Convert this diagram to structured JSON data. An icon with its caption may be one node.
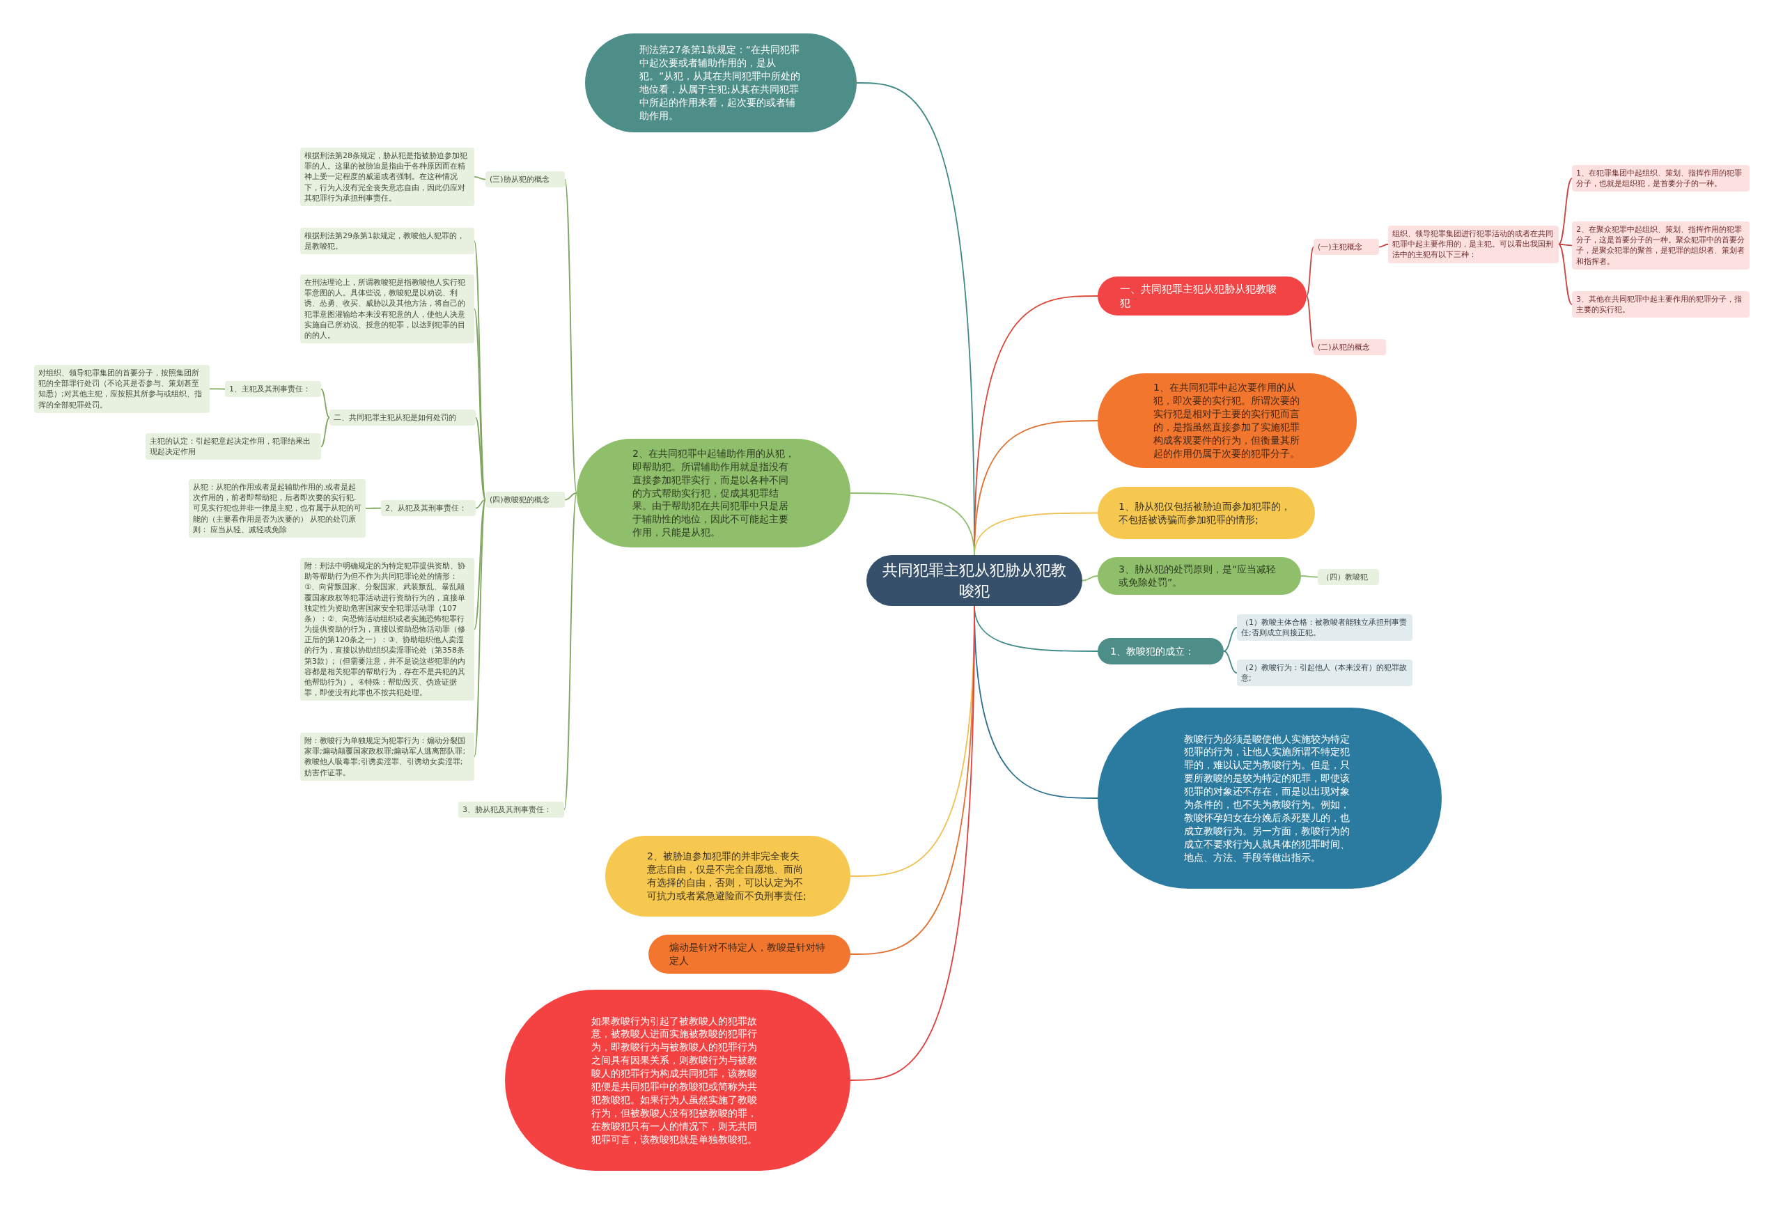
{
  "diagram": {
    "nodes": [
      {
        "text": [
          "共同犯罪主犯从犯胁从犯教唆犯"
        ]
      },
      {
        "text": [
          "刑法第27条第1款规定：“在共同犯罪中起次要或者辅助作用的，是从犯。”从犯，从其在共同犯罪中所处的地位看，从属于主犯;从其在共同犯罪中所起的作用来看，起次要的或者辅助作用。"
        ]
      },
      {
        "text": [
          "一、共同犯罪主犯从犯胁从犯教唆犯"
        ]
      },
      {
        "text": [
          "(一)主犯概念"
        ]
      },
      {
        "text": [
          "组织、领导犯罪集团进行犯罪活动的或者在共同犯罪中起主要作用的，是主犯。可以看出我国刑法中的主犯有以下三种："
        ]
      },
      {
        "text": [
          "1、在犯罪集团中起组织、策划、指挥作用的犯罪分子，也就是组织犯，是首要分子的一种。"
        ]
      },
      {
        "text": [
          "2、在聚众犯罪中起组织、策划、指挥作用的犯罪分子，这是首要分子的一种。聚众犯罪中的首要分子，是聚众犯罪的聚首，是犯罪的组织者、策划者和指挥者。"
        ]
      },
      {
        "text": [
          "3、其他在共同犯罪中起主要作用的犯罪分子，指主要的实行犯。"
        ]
      },
      {
        "text": [
          "(二)从犯的概念"
        ]
      },
      {
        "text": [
          "1、在共同犯罪中起次要作用的从犯，即次要的实行犯。所谓次要的实行犯是相对于主要的实行犯而言的，是指虽然直接参加了实施犯罪构成客观要件的行为，但衡量其所起的作用仍属于次要的犯罪分子。"
        ]
      },
      {
        "text": [
          "1、胁从犯仅包括被胁迫而参加犯罪的，不包括被诱骗而参加犯罪的情形;"
        ]
      },
      {
        "text": [
          "3、胁从犯的处罚原则，是“应当减轻或免除处罚”。"
        ]
      },
      {
        "text": [
          "（四）教唆犯"
        ]
      },
      {
        "text": [
          "1、教唆犯的成立："
        ]
      },
      {
        "text": [
          "（1）教唆主体合格：被教唆者能独立承担刑事责任;否则成立间接正犯。"
        ]
      },
      {
        "text": [
          "（2）教唆行为：引起他人（本来没有）的犯罪故意;"
        ]
      },
      {
        "text": [
          "教唆行为必须是唆使他人实施较为特定犯罪的行为，让他人实施所谓不特定犯罪的，难以认定为教唆行为。但是，只要所教唆的是较为特定的犯罪，即使该犯罪的对象还不存在，而是以出现对象为条件的，也不失为教唆行为。例如，教唆怀孕妇女在分娩后杀死婴儿的，也成立教唆行为。另一方面，教唆行为的成立不要求行为人就具体的犯罪时间、地点、方法、手段等做出指示。"
        ]
      },
      {
        "text": [
          "2、在共同犯罪中起辅助作用的从犯，即帮助犯。所谓辅助作用就是指没有直接参加犯罪实行，而是以各种不同的方式帮助实行犯，促成其犯罪结果。由于帮助犯在共同犯罪中只是居于辅助性的地位，因此不可能起主要作用，只能是从犯。"
        ]
      },
      {
        "text": [
          "(三)胁从犯的概念"
        ]
      },
      {
        "text": [
          "根据刑法第28条规定，胁从犯是指被胁迫参加犯罪的人。这里的被胁迫是指由于各种原因而在精神上受一定程度的威逼或者强制。在这种情况下，行为人没有完全丧失意志自由，因此仍应对其犯罪行为承担刑事责任。"
        ]
      },
      {
        "text": [
          "(四)教唆犯的概念"
        ]
      },
      {
        "text": [
          "根据刑法第29条第1款规定，教唆他人犯罪的，是教唆犯。"
        ]
      },
      {
        "text": [
          "在刑法理论上，所谓教唆犯是指教唆他人实行犯罪意图的人。具体些说，教唆犯是以劝说、利诱、怂勇、收买、威胁以及其他方法，将自己的犯罪意图灌输给本来没有犯意的人，使他人决意实施自己所劝说、授意的犯罪，以达到犯罪的目的的人。"
        ]
      },
      {
        "text": [
          "二、共同犯罪主犯从犯是如何处罚的"
        ]
      },
      {
        "text": [
          "1、主犯及其刑事责任："
        ]
      },
      {
        "text": [
          "对组织、领导犯罪集团的首要分子，按照集团所犯的全部罪行处罚（不论其是否参与、策划甚至知悉）;对其他主犯，应按照其所参与或组织、指挥的全部犯罪处罚。"
        ]
      },
      {
        "text": [
          "主犯的认定：引起犯意起决定作用，犯罪结果出现起决定作用"
        ]
      },
      {
        "text": [
          "2、从犯及其刑事责任："
        ]
      },
      {
        "text": [
          "从犯：从犯的作用或者是起辅助作用的.或者是起次作用的，前者即帮助犯，后者即次要的实行犯.可见实行犯也并非一律是主犯，也有属于从犯的可能的（主要看作用是否为次要的） 从犯的处罚原则： 应当从轻、减轻或免除"
        ]
      },
      {
        "text": [
          "附：刑法中明确规定的为特定犯罪提供资助、协助等帮助行为但不作为共同犯罪论处的情形：①、向背叛国家、分裂国家、武装叛乱、暴乱颠覆国家政权等犯罪活动进行资助行为的，直接单独定性为资助危害国家安全犯罪活动罪（107条）：②、向恐怖活动组织或者实施恐怖犯罪行为提供资助的行为，直接以资助恐怖活动罪（修正后的第120条之一）：③、协助组织他人卖淫的行为，直接以协助组织卖淫罪论处（第358条第3款）;（但需要注意，并不是说这些犯罪的内容都是相关犯罪的帮助行为，存在不是共犯的其他帮助行为）。④特殊：帮助毁灭、伪造证据罪，即使没有此罪也不按共犯处理。"
        ]
      },
      {
        "text": [
          "附：教唆行为单独规定为犯罪行为：煽动分裂国家罪;煽动颠覆国家政权罪;煽动军人逃离部队罪;教唆他人吸毒罪;引诱卖淫罪、引诱幼女卖淫罪;妨害作证罪。"
        ]
      },
      {
        "text": [
          "3、胁从犯及其刑事责任："
        ]
      },
      {
        "text": [
          "2、被胁迫参加犯罪的并非完全丧失意志自由，仅是不完全自愿地、而尚有选择的自由，否则，可以认定为不可抗力或者紧急避险而不负刑事责任;"
        ]
      },
      {
        "text": [
          "煽动是针对不特定人，教唆是针对特定人"
        ]
      },
      {
        "text": [
          "如果教唆行为引起了被教唆人的犯罪故意，被教唆人进而实施被教唆的犯罪行为，即教唆行为与被教唆人的犯罪行为之间具有因果关系，则教唆行为与被教唆人的犯罪行为构成共同犯罪，该教唆犯便是共同犯罪中的教唆犯或简称为共犯教唆犯。如果行为人虽然实施了教唆行为，但被教唆人没有犯被教唆的罪，在教唆犯只有一人的情况下，则无共同犯罪可言，该教唆犯就是单独教唆犯。"
        ]
      }
    ],
    "edges": [
      {
        "from": 0,
        "to": 1,
        "arrow": "none",
        "color": "#3f8a84"
      },
      {
        "from": 0,
        "to": 2,
        "arrow": "none",
        "color": "#d84a3a"
      },
      {
        "from": 0,
        "to": 9,
        "arrow": "none",
        "color": "#e07030"
      },
      {
        "from": 0,
        "to": 10,
        "arrow": "none",
        "color": "#f0c050"
      },
      {
        "from": 0,
        "to": 11,
        "arrow": "none",
        "color": "#8fc070"
      },
      {
        "from": 0,
        "to": 13,
        "arrow": "none",
        "color": "#3f8a84"
      },
      {
        "from": 0,
        "to": 16,
        "arrow": "none",
        "color": "#2a6f8e"
      },
      {
        "from": 0,
        "to": 17,
        "arrow": "none",
        "color": "#8fc070"
      },
      {
        "from": 0,
        "to": 32,
        "arrow": "none",
        "color": "#f0c050"
      },
      {
        "from": 0,
        "to": 33,
        "arrow": "none",
        "color": "#e07030"
      },
      {
        "from": 0,
        "to": 34,
        "arrow": "none",
        "color": "#e04040"
      },
      {
        "from": 2,
        "to": 3,
        "arrow": "none",
        "color": "#c94444"
      },
      {
        "from": 2,
        "to": 8,
        "arrow": "none",
        "color": "#c94444"
      },
      {
        "from": 3,
        "to": 4,
        "arrow": "none",
        "color": "#c94444"
      },
      {
        "from": 4,
        "to": 5,
        "arrow": "none",
        "color": "#c94444"
      },
      {
        "from": 4,
        "to": 6,
        "arrow": "none",
        "color": "#c94444"
      },
      {
        "from": 4,
        "to": 7,
        "arrow": "none",
        "color": "#c94444"
      },
      {
        "from": 11,
        "to": 12,
        "arrow": "none",
        "color": "#8fc070"
      },
      {
        "from": 13,
        "to": 14,
        "arrow": "none",
        "color": "#3f8a84"
      },
      {
        "from": 13,
        "to": 15,
        "arrow": "none",
        "color": "#3f8a84"
      },
      {
        "from": 17,
        "to": 18,
        "arrow": "none",
        "color": "#7ea65e"
      },
      {
        "from": 17,
        "to": 20,
        "arrow": "none",
        "color": "#7ea65e"
      },
      {
        "from": 17,
        "to": 31,
        "arrow": "none",
        "color": "#7ea65e"
      },
      {
        "from": 18,
        "to": 19,
        "arrow": "none",
        "color": "#7ea65e"
      },
      {
        "from": 20,
        "to": 21,
        "arrow": "none",
        "color": "#7ea65e"
      },
      {
        "from": 20,
        "to": 22,
        "arrow": "none",
        "color": "#7ea65e"
      },
      {
        "from": 20,
        "to": 23,
        "arrow": "none",
        "color": "#7ea65e"
      },
      {
        "from": 20,
        "to": 27,
        "arrow": "none",
        "color": "#7ea65e"
      },
      {
        "from": 20,
        "to": 29,
        "arrow": "none",
        "color": "#7ea65e"
      },
      {
        "from": 20,
        "to": 30,
        "arrow": "none",
        "color": "#7ea65e"
      },
      {
        "from": 23,
        "to": 24,
        "arrow": "none",
        "color": "#7ea65e"
      },
      {
        "from": 23,
        "to": 26,
        "arrow": "none",
        "color": "#7ea65e"
      },
      {
        "from": 24,
        "to": 25,
        "arrow": "none",
        "color": "#7ea65e"
      },
      {
        "from": 27,
        "to": 28,
        "arrow": "none",
        "color": "#7ea65e"
      }
    ]
  }
}
